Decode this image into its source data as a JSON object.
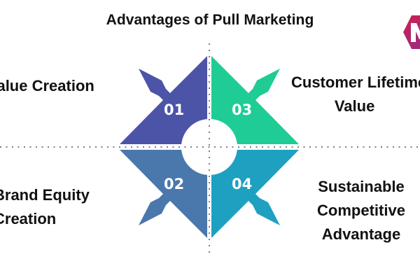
{
  "title": "Advantages of Pull Marketing",
  "colors": {
    "q1": "#4C54A8",
    "q2": "#4A77AC",
    "q3": "#1FCC95",
    "q4": "#1EA0C0",
    "divider": "#7a7f86",
    "logo_start": "#D0214F",
    "logo_end": "#8A2D90"
  },
  "quadrants": [
    {
      "number": "01",
      "position": "top-left",
      "label_lines": [
        "Value Creation"
      ],
      "label_visible": "Value Creation"
    },
    {
      "number": "02",
      "position": "bottom-left",
      "label_lines": [
        "Brand Equity",
        "Creation"
      ]
    },
    {
      "number": "03",
      "position": "top-right",
      "label_lines": [
        "Customer Lifetime",
        "Value"
      ]
    },
    {
      "number": "04",
      "position": "bottom-right",
      "label_lines": [
        "Sustainable",
        "Competitive",
        "Advantage"
      ]
    }
  ],
  "logo": {
    "letter": "M",
    "icon": "brand-hexagon-logo"
  }
}
